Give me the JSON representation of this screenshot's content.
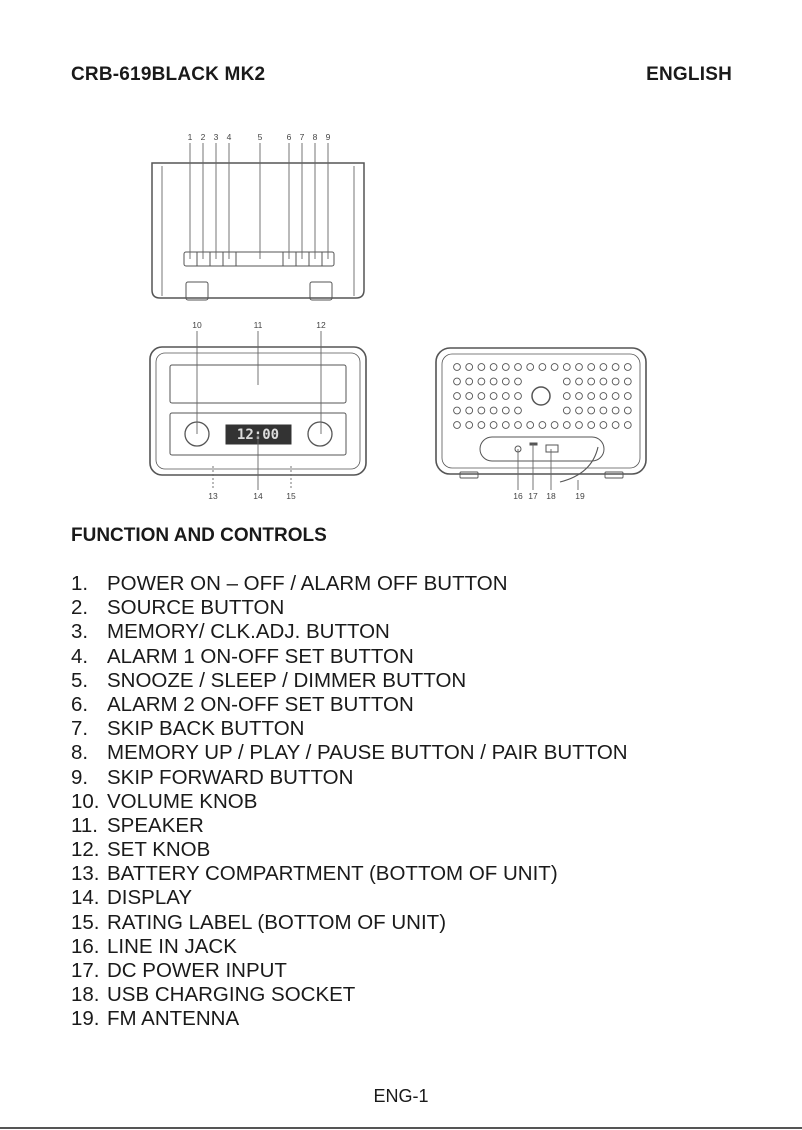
{
  "header": {
    "model": "CRB-619BLACK MK2",
    "language": "ENGLISH"
  },
  "figure": {
    "callouts": {
      "top_view": [
        "1",
        "2",
        "3",
        "4",
        "5",
        "6",
        "7",
        "8",
        "9"
      ],
      "front_top": [
        "10",
        "11",
        "12"
      ],
      "front_bottom": [
        "13",
        "14",
        "15"
      ],
      "back_bottom": [
        "16",
        "17",
        "18",
        "19"
      ]
    },
    "display_text": "12:00"
  },
  "section_title": "FUNCTION AND CONTROLS",
  "controls": [
    {
      "num": "1.",
      "label": "POWER ON – OFF / ALARM OFF BUTTON"
    },
    {
      "num": "2.",
      "label": "SOURCE BUTTON"
    },
    {
      "num": "3.",
      "label": "MEMORY/ CLK.ADJ. BUTTON"
    },
    {
      "num": "4.",
      "label": "ALARM 1 ON-OFF SET BUTTON"
    },
    {
      "num": "5.",
      "label": "SNOOZE / SLEEP / DIMMER BUTTON"
    },
    {
      "num": "6.",
      "label": "ALARM 2 ON-OFF SET BUTTON"
    },
    {
      "num": "7.",
      "label": "SKIP BACK BUTTON"
    },
    {
      "num": "8.",
      "label": "MEMORY UP / PLAY / PAUSE BUTTON / PAIR BUTTON"
    },
    {
      "num": "9.",
      "label": "SKIP FORWARD BUTTON"
    },
    {
      "num": "10.",
      "label": "VOLUME KNOB"
    },
    {
      "num": "11.",
      "label": "SPEAKER"
    },
    {
      "num": "12.",
      "label": "SET KNOB"
    },
    {
      "num": "13.",
      "label": "BATTERY COMPARTMENT (BOTTOM OF UNIT)"
    },
    {
      "num": "14.",
      "label": "DISPLAY"
    },
    {
      "num": "15.",
      "label": "RATING LABEL (BOTTOM OF UNIT)"
    },
    {
      "num": "16.",
      "label": "LINE IN JACK"
    },
    {
      "num": "17.",
      "label": "DC POWER INPUT"
    },
    {
      "num": "18.",
      "label": "USB CHARGING SOCKET"
    },
    {
      "num": "19.",
      "label": "FM ANTENNA"
    }
  ],
  "footer": {
    "page": "ENG-1"
  }
}
